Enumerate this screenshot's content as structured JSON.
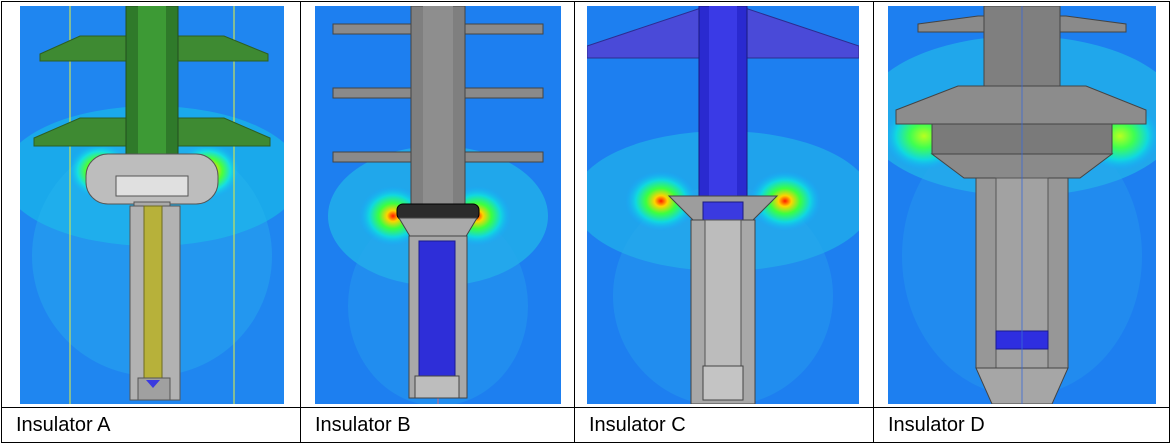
{
  "panels": [
    {
      "label": "Insulator A"
    },
    {
      "label": "Insulator B"
    },
    {
      "label": "Insulator C"
    },
    {
      "label": "Insulator D"
    }
  ]
}
